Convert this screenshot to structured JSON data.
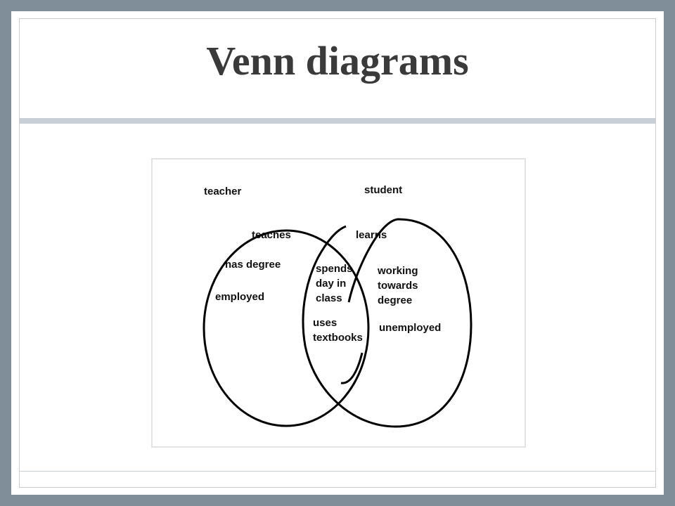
{
  "slide": {
    "title": "Venn diagrams"
  },
  "venn": {
    "sets": [
      {
        "name": "teacher",
        "only": [
          "teaches",
          "has degree",
          "employed"
        ]
      },
      {
        "name": "student",
        "only": [
          "learns",
          "working\ntowards\ndegree",
          "unemployed"
        ]
      }
    ],
    "intersection": [
      "spends\nday in\nclass",
      "uses\ntextbooks"
    ]
  }
}
